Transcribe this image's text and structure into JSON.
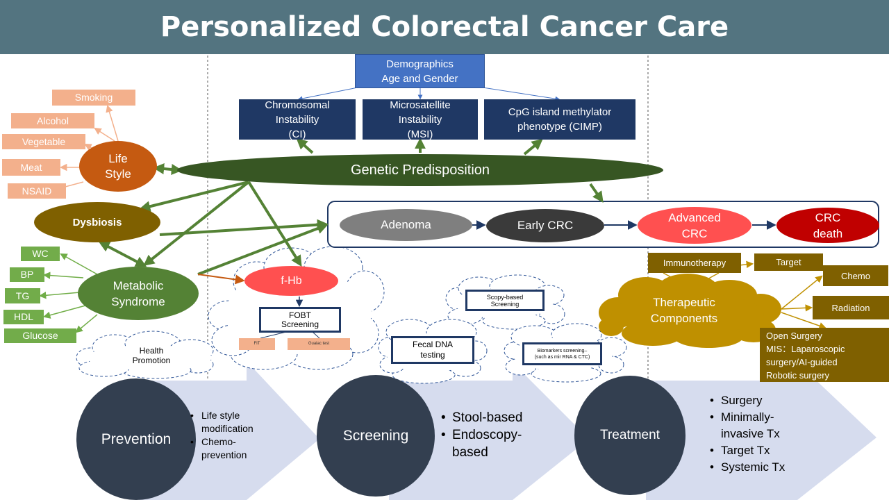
{
  "title": "Personalized Colorectal Cancer Care",
  "demographics": {
    "line1": "Demographics",
    "line2": "Age and Gender"
  },
  "instability": [
    {
      "line1": "Chromosomal",
      "line2": "Instability",
      "line3": "(CI)"
    },
    {
      "line1": "Microsatellite",
      "line2": "Instability",
      "line3": "(MSI)"
    },
    {
      "line1": "CpG island methylator",
      "line2": "phenotype  (CIMP)"
    }
  ],
  "genetic": "Genetic Predisposition",
  "lifestyle": {
    "label_line1": "Life",
    "label_line2": "Style",
    "factors": [
      "Smoking",
      "Alcohol",
      "Vegetable",
      "Meat",
      "NSAID"
    ]
  },
  "dysbiosis": "Dysbiosis",
  "metabolic": {
    "label_line1": "Metabolic",
    "label_line2": "Syndrome",
    "factors": [
      "WC",
      "BP",
      "TG",
      "HDL",
      "Glucose"
    ]
  },
  "progression": [
    {
      "line1": "Adenoma",
      "line2": ""
    },
    {
      "line1": "Early CRC",
      "line2": ""
    },
    {
      "line1": "Advanced",
      "line2": "CRC"
    },
    {
      "line1": "CRC",
      "line2": "death"
    }
  ],
  "fhb": "f-Hb",
  "fobt": {
    "line1": "FOBT",
    "line2": "Screening",
    "sub": [
      "FIT",
      "Guaiac test"
    ]
  },
  "health_promotion": {
    "line1": "Health",
    "line2": "Promotion"
  },
  "scopy": {
    "line1": "Scopy-based",
    "line2": "Screening"
  },
  "fecal_dna": {
    "line1": "Fecal DNA",
    "line2": "testing"
  },
  "biomarkers": {
    "line1": "Biomarkers screening–",
    "line2": "(such as mir RNA & CTC)"
  },
  "therapeutic": {
    "line1": "Therapeutic",
    "line2": "Components",
    "immunotherapy": "Immunotherapy",
    "target": "Target",
    "chemo": "Chemo",
    "radiation": "Radiation",
    "surgery_lines": [
      "Open Surgery",
      "MIS：Laparoscopic",
      "surgery/AI-guided",
      "Robotic  surgery"
    ]
  },
  "stages": [
    {
      "name": "Prevention",
      "bullets": [
        [
          "Life style",
          "modification"
        ],
        [
          "Chemo-",
          "prevention"
        ]
      ]
    },
    {
      "name": "Screening",
      "bullets": [
        [
          "Stool-based"
        ],
        [
          "Endoscopy-",
          "based"
        ]
      ]
    },
    {
      "name": "Treatment",
      "bullets": [
        [
          "Surgery"
        ],
        [
          "Minimally-",
          "invasive Tx"
        ],
        [
          "Target Tx"
        ],
        [
          "Systemic Tx"
        ]
      ]
    }
  ],
  "colors": {
    "header": "#537480",
    "navy": "#1f3864",
    "green_dark": "#375623",
    "green": "#548235",
    "orange": "#c55a11",
    "olive": "#7f6000",
    "gold": "#bf9000",
    "salmon": "#f3b08c",
    "red": "#ff5050",
    "crimson": "#c00000"
  }
}
